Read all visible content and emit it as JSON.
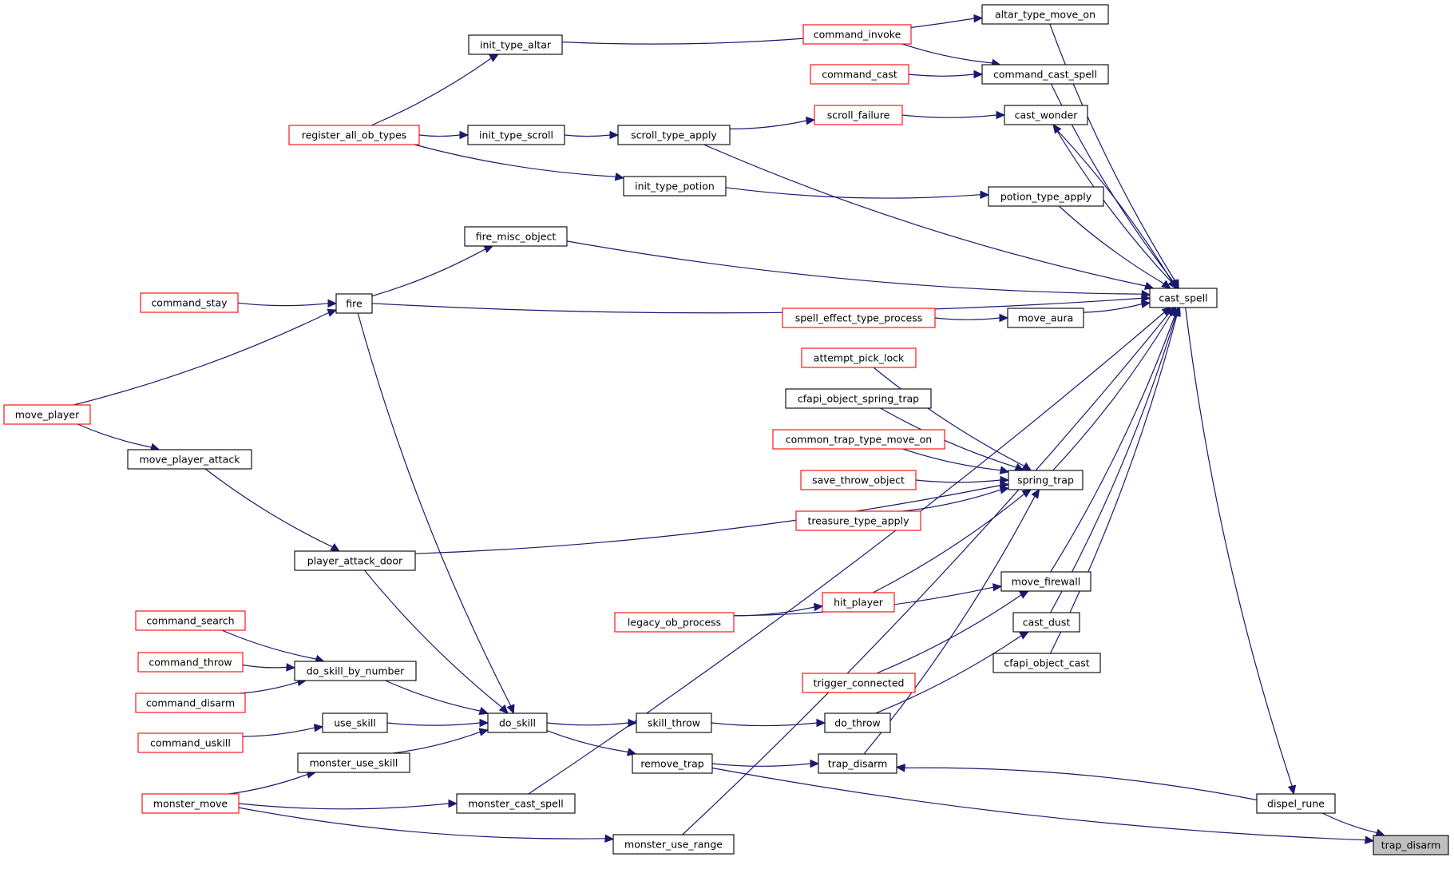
{
  "colors": {
    "edge": "#191970",
    "node_border_black": "#000000",
    "node_border_red": "#ff0000",
    "node_fill": "#ffffff",
    "focus_fill": "#bfbfbf"
  },
  "nodes": [
    {
      "id": "trap_disarm_root",
      "label": "trap_disarm",
      "border": "black",
      "focus": true
    },
    {
      "id": "dispel_rune",
      "label": "dispel_rune",
      "border": "black"
    },
    {
      "id": "cast_spell",
      "label": "cast_spell",
      "border": "black"
    },
    {
      "id": "trap_disarm",
      "label": "trap_disarm",
      "border": "black"
    },
    {
      "id": "remove_trap",
      "label": "remove_trap",
      "border": "black"
    },
    {
      "id": "do_skill",
      "label": "do_skill",
      "border": "black"
    },
    {
      "id": "fire",
      "label": "fire",
      "border": "black"
    },
    {
      "id": "command_stay",
      "label": "command_stay",
      "border": "red"
    },
    {
      "id": "move_player",
      "label": "move_player",
      "border": "red"
    },
    {
      "id": "fire_misc_object",
      "label": "fire_misc_object",
      "border": "black"
    },
    {
      "id": "move_player_attack",
      "label": "move_player_attack",
      "border": "black"
    },
    {
      "id": "player_attack_door",
      "label": "player_attack_door",
      "border": "black"
    },
    {
      "id": "do_skill_by_number",
      "label": "do_skill_by_number",
      "border": "black"
    },
    {
      "id": "command_search",
      "label": "command_search",
      "border": "red"
    },
    {
      "id": "command_throw",
      "label": "command_throw",
      "border": "red"
    },
    {
      "id": "command_disarm",
      "label": "command_disarm",
      "border": "red"
    },
    {
      "id": "use_skill",
      "label": "use_skill",
      "border": "black"
    },
    {
      "id": "command_uskill",
      "label": "command_uskill",
      "border": "red"
    },
    {
      "id": "monster_use_skill",
      "label": "monster_use_skill",
      "border": "black"
    },
    {
      "id": "monster_move",
      "label": "monster_move",
      "border": "red"
    },
    {
      "id": "monster_cast_spell",
      "label": "monster_cast_spell",
      "border": "black"
    },
    {
      "id": "monster_use_range",
      "label": "monster_use_range",
      "border": "black"
    },
    {
      "id": "skill_throw",
      "label": "skill_throw",
      "border": "black"
    },
    {
      "id": "do_throw",
      "label": "do_throw",
      "border": "black"
    },
    {
      "id": "altar_type_move_on",
      "label": "altar_type_move_on",
      "border": "black"
    },
    {
      "id": "init_type_altar",
      "label": "init_type_altar",
      "border": "black"
    },
    {
      "id": "register_all_ob_types",
      "label": "register_all_ob_types",
      "border": "red"
    },
    {
      "id": "command_cast_spell",
      "label": "command_cast_spell",
      "border": "black"
    },
    {
      "id": "command_invoke",
      "label": "command_invoke",
      "border": "red"
    },
    {
      "id": "command_cast",
      "label": "command_cast",
      "border": "red"
    },
    {
      "id": "cast_wonder",
      "label": "cast_wonder",
      "border": "black"
    },
    {
      "id": "scroll_failure",
      "label": "scroll_failure",
      "border": "red"
    },
    {
      "id": "scroll_type_apply",
      "label": "scroll_type_apply",
      "border": "black"
    },
    {
      "id": "init_type_scroll",
      "label": "init_type_scroll",
      "border": "black"
    },
    {
      "id": "potion_type_apply",
      "label": "potion_type_apply",
      "border": "black"
    },
    {
      "id": "init_type_potion",
      "label": "init_type_potion",
      "border": "black"
    },
    {
      "id": "move_aura",
      "label": "move_aura",
      "border": "black"
    },
    {
      "id": "spell_effect_type_process",
      "label": "spell_effect_type_process",
      "border": "red"
    },
    {
      "id": "spring_trap",
      "label": "spring_trap",
      "border": "black"
    },
    {
      "id": "attempt_pick_lock",
      "label": "attempt_pick_lock",
      "border": "red"
    },
    {
      "id": "cfapi_object_spring_trap",
      "label": "cfapi_object_spring_trap",
      "border": "black"
    },
    {
      "id": "common_trap_type_move_on",
      "label": "common_trap_type_move_on",
      "border": "red"
    },
    {
      "id": "save_throw_object",
      "label": "save_throw_object",
      "border": "red"
    },
    {
      "id": "treasure_type_apply",
      "label": "treasure_type_apply",
      "border": "red"
    },
    {
      "id": "hit_player",
      "label": "hit_player",
      "border": "red"
    },
    {
      "id": "legacy_ob_process",
      "label": "legacy_ob_process",
      "border": "red"
    },
    {
      "id": "move_firewall",
      "label": "move_firewall",
      "border": "black"
    },
    {
      "id": "trigger_connected",
      "label": "trigger_connected",
      "border": "red"
    },
    {
      "id": "cast_dust",
      "label": "cast_dust",
      "border": "black"
    },
    {
      "id": "cfapi_object_cast",
      "label": "cfapi_object_cast",
      "border": "black"
    }
  ],
  "edges": [
    {
      "from": "dispel_rune",
      "to": "trap_disarm_root"
    },
    {
      "from": "remove_trap",
      "to": "trap_disarm_root"
    },
    {
      "from": "cast_spell",
      "to": "dispel_rune"
    },
    {
      "from": "dispel_rune",
      "to": "trap_disarm"
    },
    {
      "from": "remove_trap",
      "to": "trap_disarm"
    },
    {
      "from": "do_skill",
      "to": "remove_trap"
    },
    {
      "from": "do_skill",
      "to": "skill_throw"
    },
    {
      "from": "skill_throw",
      "to": "do_throw"
    },
    {
      "from": "fire",
      "to": "do_skill"
    },
    {
      "from": "player_attack_door",
      "to": "do_skill"
    },
    {
      "from": "do_skill_by_number",
      "to": "do_skill"
    },
    {
      "from": "use_skill",
      "to": "do_skill"
    },
    {
      "from": "monster_use_skill",
      "to": "do_skill"
    },
    {
      "from": "command_search",
      "to": "do_skill_by_number"
    },
    {
      "from": "command_throw",
      "to": "do_skill_by_number"
    },
    {
      "from": "command_disarm",
      "to": "do_skill_by_number"
    },
    {
      "from": "command_uskill",
      "to": "use_skill"
    },
    {
      "from": "monster_move",
      "to": "monster_use_skill"
    },
    {
      "from": "monster_move",
      "to": "monster_cast_spell"
    },
    {
      "from": "monster_move",
      "to": "monster_use_range"
    },
    {
      "from": "command_stay",
      "to": "fire"
    },
    {
      "from": "move_player",
      "to": "fire"
    },
    {
      "from": "move_player",
      "to": "move_player_attack"
    },
    {
      "from": "move_player_attack",
      "to": "player_attack_door"
    },
    {
      "from": "fire",
      "to": "fire_misc_object"
    },
    {
      "from": "register_all_ob_types",
      "to": "init_type_altar"
    },
    {
      "from": "register_all_ob_types",
      "to": "init_type_scroll"
    },
    {
      "from": "register_all_ob_types",
      "to": "init_type_potion"
    },
    {
      "from": "init_type_altar",
      "to": "altar_type_move_on"
    },
    {
      "from": "init_type_scroll",
      "to": "scroll_type_apply"
    },
    {
      "from": "init_type_potion",
      "to": "potion_type_apply"
    },
    {
      "from": "scroll_type_apply",
      "to": "scroll_failure"
    },
    {
      "from": "scroll_failure",
      "to": "cast_wonder"
    },
    {
      "from": "command_invoke",
      "to": "command_cast_spell"
    },
    {
      "from": "command_cast",
      "to": "command_cast_spell"
    },
    {
      "from": "spell_effect_type_process",
      "to": "move_aura"
    },
    {
      "from": "attempt_pick_lock",
      "to": "spring_trap"
    },
    {
      "from": "cfapi_object_spring_trap",
      "to": "spring_trap"
    },
    {
      "from": "common_trap_type_move_on",
      "to": "spring_trap"
    },
    {
      "from": "save_throw_object",
      "to": "spring_trap"
    },
    {
      "from": "treasure_type_apply",
      "to": "spring_trap"
    },
    {
      "from": "player_attack_door",
      "to": "spring_trap"
    },
    {
      "from": "hit_player",
      "to": "spring_trap"
    },
    {
      "from": "trap_disarm",
      "to": "spring_trap"
    },
    {
      "from": "legacy_ob_process",
      "to": "hit_player"
    },
    {
      "from": "legacy_ob_process",
      "to": "move_firewall"
    },
    {
      "from": "trigger_connected",
      "to": "move_firewall"
    },
    {
      "from": "do_throw",
      "to": "cast_dust"
    },
    {
      "from": "altar_type_move_on",
      "to": "cast_spell"
    },
    {
      "from": "command_cast_spell",
      "to": "cast_spell"
    },
    {
      "from": "cast_wonder",
      "to": "cast_spell"
    },
    {
      "from": "cast_spell",
      "to": "cast_wonder"
    },
    {
      "from": "scroll_type_apply",
      "to": "cast_spell"
    },
    {
      "from": "potion_type_apply",
      "to": "cast_spell"
    },
    {
      "from": "fire_misc_object",
      "to": "cast_spell"
    },
    {
      "from": "fire",
      "to": "cast_spell"
    },
    {
      "from": "move_aura",
      "to": "cast_spell"
    },
    {
      "from": "spring_trap",
      "to": "cast_spell"
    },
    {
      "from": "move_firewall",
      "to": "cast_spell"
    },
    {
      "from": "cast_dust",
      "to": "cast_spell"
    },
    {
      "from": "cfapi_object_cast",
      "to": "cast_spell"
    },
    {
      "from": "monster_cast_spell",
      "to": "cast_spell"
    },
    {
      "from": "monster_use_range",
      "to": "cast_spell"
    }
  ]
}
